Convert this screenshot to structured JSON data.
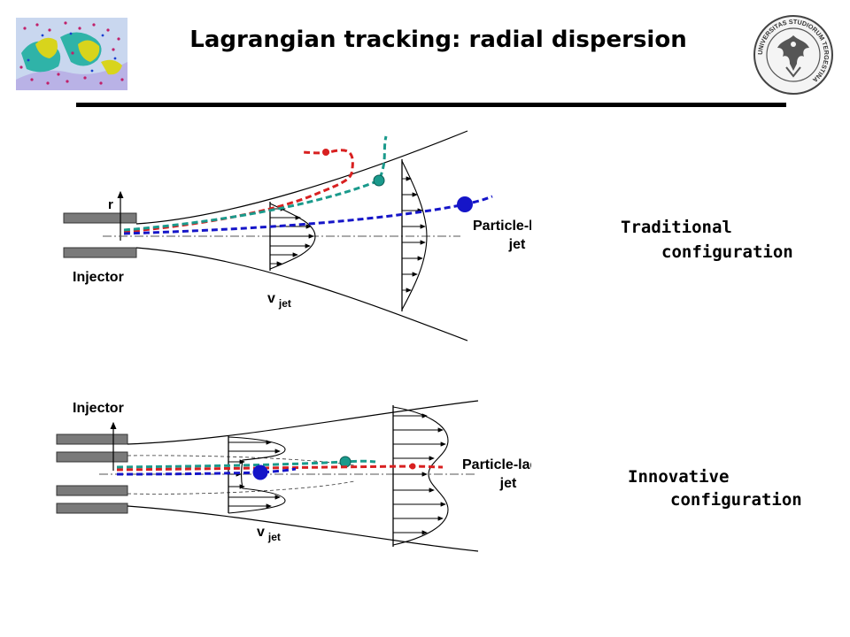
{
  "title": "Lagrangian tracking: radial dispersion",
  "logo_left": {
    "icon": "particle-simulation-thumbnail"
  },
  "seal": {
    "icon": "university-seal",
    "text": "UNIVERSITAS STUDIORUM TERGESTINA"
  },
  "top_diagram": {
    "r_label": "r",
    "injector_label": "Injector",
    "v_label": "v",
    "v_sub": "jet",
    "jet_label_line1": "Particle-laden",
    "jet_label_line2": "jet"
  },
  "bottom_diagram": {
    "injector_label": "Injector",
    "v_label": "v",
    "v_sub": "jet",
    "jet_label_line1": "Particle-laden",
    "jet_label_line2": "jet"
  },
  "traditional": {
    "line1": "Traditional",
    "line2": "configuration"
  },
  "innovative": {
    "line1": "Innovative",
    "line2": "configuration"
  },
  "colors": {
    "red": "#d82020",
    "teal": "#1a9a8c",
    "blue": "#1515c8",
    "injector": "#7a7a7a"
  }
}
